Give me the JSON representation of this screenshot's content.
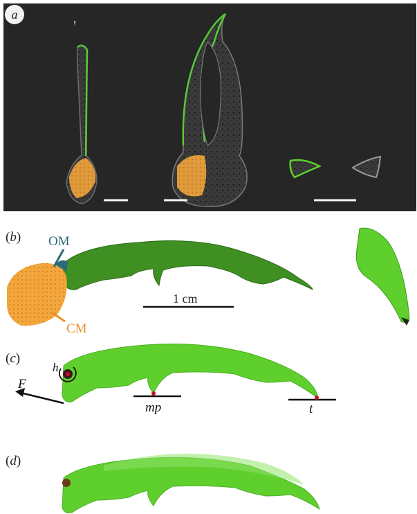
{
  "panels": {
    "a": {
      "label_open": "(",
      "label_letter": "a",
      "label_close": ")"
    },
    "b": {
      "label_open": "(",
      "label_letter": "b",
      "label_close": ")",
      "om_label": "OM",
      "cm_label": "CM",
      "scale_label": "1 cm"
    },
    "c": {
      "label_open": "(",
      "label_letter": "c",
      "label_close": ")",
      "hinge_label": "h",
      "force_label": "F",
      "midpoint_label": "mp",
      "tip_label": "t"
    },
    "d": {
      "label_open": "(",
      "label_letter": "d",
      "label_close": ")"
    }
  },
  "colors": {
    "background_a": "#262626",
    "claw_green": "#5fcf2e",
    "claw_dark_green": "#3b7d1f",
    "muscle_orange": "#f0a43a",
    "om_teal": "#2a6b7a",
    "cm_orange_text": "#e8902a",
    "contact_red": "#c8102e"
  }
}
